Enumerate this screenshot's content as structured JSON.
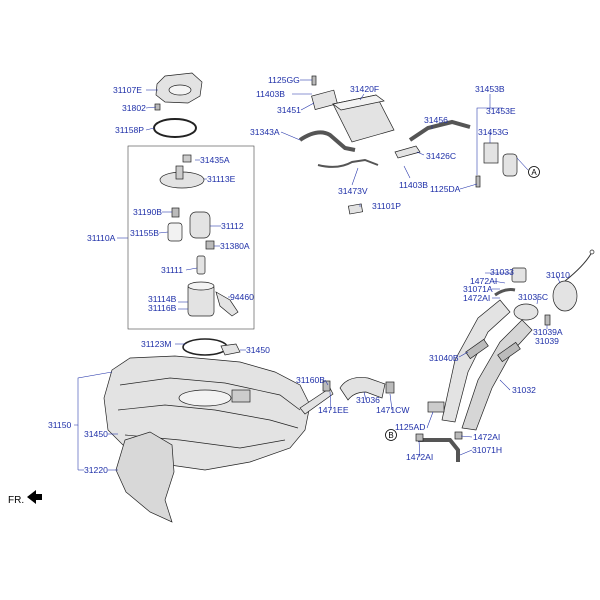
{
  "orientation_label": "FR.",
  "connectors": {
    "a": "A",
    "b": "B"
  },
  "labels": {
    "l31107E": "31107E",
    "l31802": "31802",
    "l31158P": "31158P",
    "l31435A": "31435A",
    "l31113E": "31113E",
    "l31190B": "31190B",
    "l31112": "31112",
    "l31110A": "31110A",
    "l31155B": "31155B",
    "l31380A": "31380A",
    "l31111": "31111",
    "l31114B": "31114B",
    "l31116B": "31116B",
    "l94460": "94460",
    "l31123M": "31123M",
    "l31450a": "31450",
    "l31150": "31150",
    "l31450b": "31450",
    "l31220": "31220",
    "l1125GG": "1125GG",
    "l11403Ba": "11403B",
    "l31451": "31451",
    "l31420F": "31420F",
    "l31343A": "31343A",
    "l31456": "31456",
    "l31426C": "31426C",
    "l31473V": "31473V",
    "l11403Bb": "11403B",
    "l31101P": "31101P",
    "l31453B": "31453B",
    "l31453E": "31453E",
    "l31453G": "31453G",
    "l1125DA": "1125DA",
    "l31033": "31033",
    "l1472AIa": "1472AI",
    "l31071A": "31071A",
    "l1472AIb": "1472AI",
    "l31010": "31010",
    "l31035C": "31035C",
    "l31039A": "31039A",
    "l31039": "31039",
    "l31040B": "31040B",
    "l31032": "31032",
    "l31160B": "31160B",
    "l1471EE": "1471EE",
    "l31036": "31036",
    "l1471CW": "1471CW",
    "l1125AD": "1125AD",
    "l1472AIc": "1472AI",
    "l31071H": "31071H",
    "l1472AId": "1472AI"
  },
  "colors": {
    "label": "#1e2fa8",
    "line": "#1e2fa8",
    "part_fill": "#e3e3e3",
    "part_stroke": "#222222",
    "connector": "#000000"
  }
}
